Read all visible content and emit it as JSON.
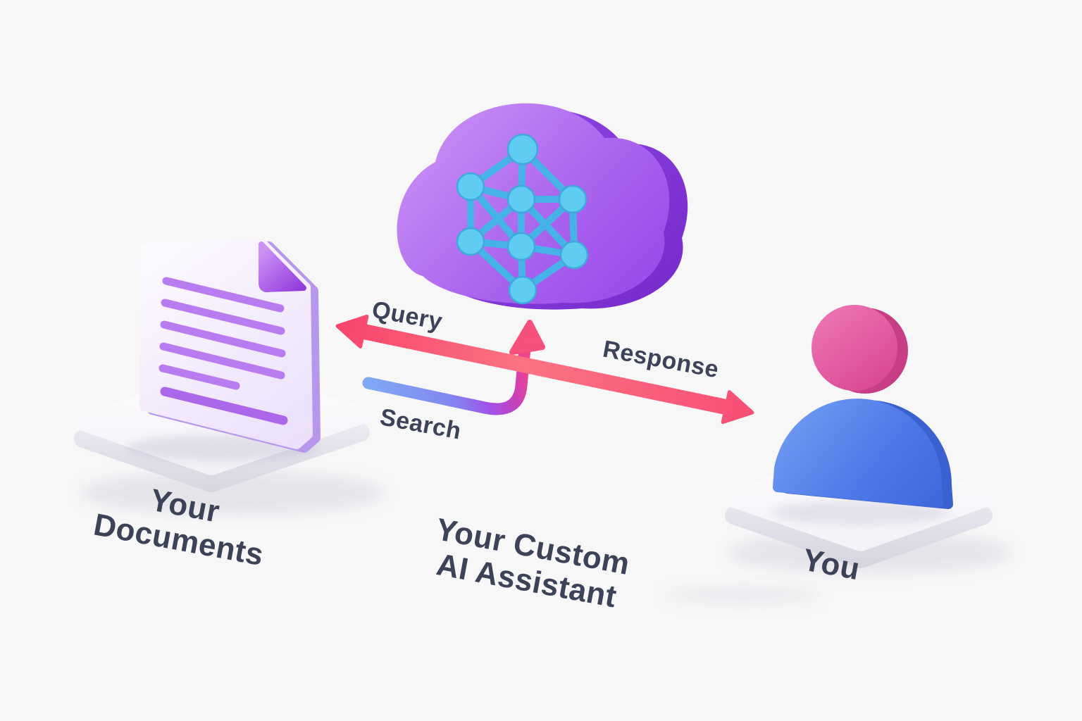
{
  "scene": {
    "background": "#f7f7f8",
    "label_color": "#3c4257",
    "arrow_pink": "#f84e74",
    "search_blue": "#7fa9f4",
    "search_purple": "#a052e9",
    "cloud_purple": "#a661ee",
    "cloud_side_purple": "#8138da",
    "network_node_blue": "#5ecdf1",
    "network_edge_blue": "#45b2e8",
    "document_page": "#f6f1fd",
    "document_line_purple": "#b87cf0",
    "fold_purple": "#9038dd",
    "head_pink": "#e0519c",
    "body_blue": "#4e79e8",
    "platform_white": "#fafafc"
  },
  "entities": {
    "documents": {
      "icon": "document-icon",
      "label_line1": "Your",
      "label_line2": "Documents"
    },
    "assistant": {
      "icon": "ai-cloud-icon",
      "label_line1": "Your Custom",
      "label_line2": "AI Assistant"
    },
    "user": {
      "icon": "person-icon",
      "label": "You"
    }
  },
  "flows": {
    "query": {
      "label": "Query",
      "direction": "left"
    },
    "search": {
      "label": "Search",
      "direction": "up"
    },
    "response": {
      "label": "Response",
      "direction": "right"
    }
  }
}
